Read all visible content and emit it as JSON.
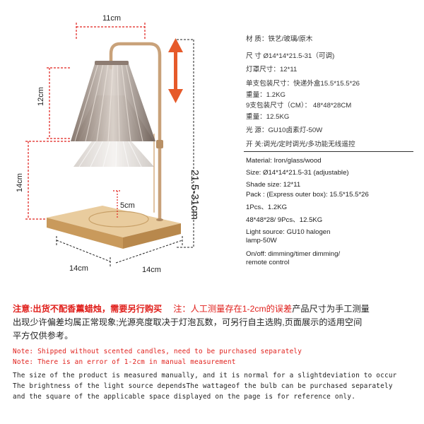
{
  "dimensions": {
    "top_width": "11cm",
    "shade_height": "12cm",
    "base_to_shade": "14cm",
    "gap": "5cm",
    "total_height": "21.5-31cm",
    "base_left": "14cm",
    "base_right": "14cm"
  },
  "specs_cn": {
    "material": "材 质：铁艺/玻璃/原木",
    "size": "尺 寸 Ø14*14*21.5-31（可调)",
    "shade": "灯罩尺寸：12*11",
    "pack": "单支包装尺寸：快递外盒15.5*15.5*26",
    "weight1": "重量：1.2KG",
    "pack9": "9支包装尺寸（CM）：  48*48*28CM",
    "weight9": "重量：12.5KG",
    "light": "光 源：GU10卤素灯-50W",
    "switch": "开 关:调光/定时调光/多功能无线遥控"
  },
  "specs_en": {
    "material": "Material: Iron/glass/wood",
    "size": "Size:  Ø14*14*21.5-31  (adjustable)",
    "shade": "Shade size:  12*11",
    "pack": "Pack : (Express outer box):  15.5*15.5*26",
    "pcs": "1Pcs、1.2KG",
    "pcs9": "48*48*28/ 9Pcs、12.5KG",
    "light1": "Light source: GU10 halogen",
    "light2": "lamp-50W",
    "onoff1": "On/off: dimming/timer dimming/",
    "onoff2": "remote control"
  },
  "notes_cn": {
    "n1_red": "注意:出货不配香薰蜡烛，需要另行购买",
    "n1_red2": "注：人工测量存在1-2cm的误差",
    "n1_black": "产品尺寸为手工测量",
    "n2": "出现少许偏差均属正常现象;光源亮度取决于灯泡瓦数，可另行自主选购,页面展示的适用空间",
    "n3": "平方仅供参考。"
  },
  "notes_en": {
    "red1": "Note: Shipped without scented candles, need to be purchased separately",
    "red2": "Note: There is an error of 1-2cm in manual measurement",
    "b1": "The size of the product is measured manually, and it is normal for a slightdeviation to occur",
    "b2": "The brightness of the light source dependsThe wattageof the bulb can be purchased separately",
    "b3": "and the square of the applicable space displayed on the page is for reference only."
  },
  "colors": {
    "dim_red": "#e0201c",
    "arrow_orange": "#e65a2a",
    "wood": "#d9b47a",
    "gold": "#c9a27a"
  }
}
